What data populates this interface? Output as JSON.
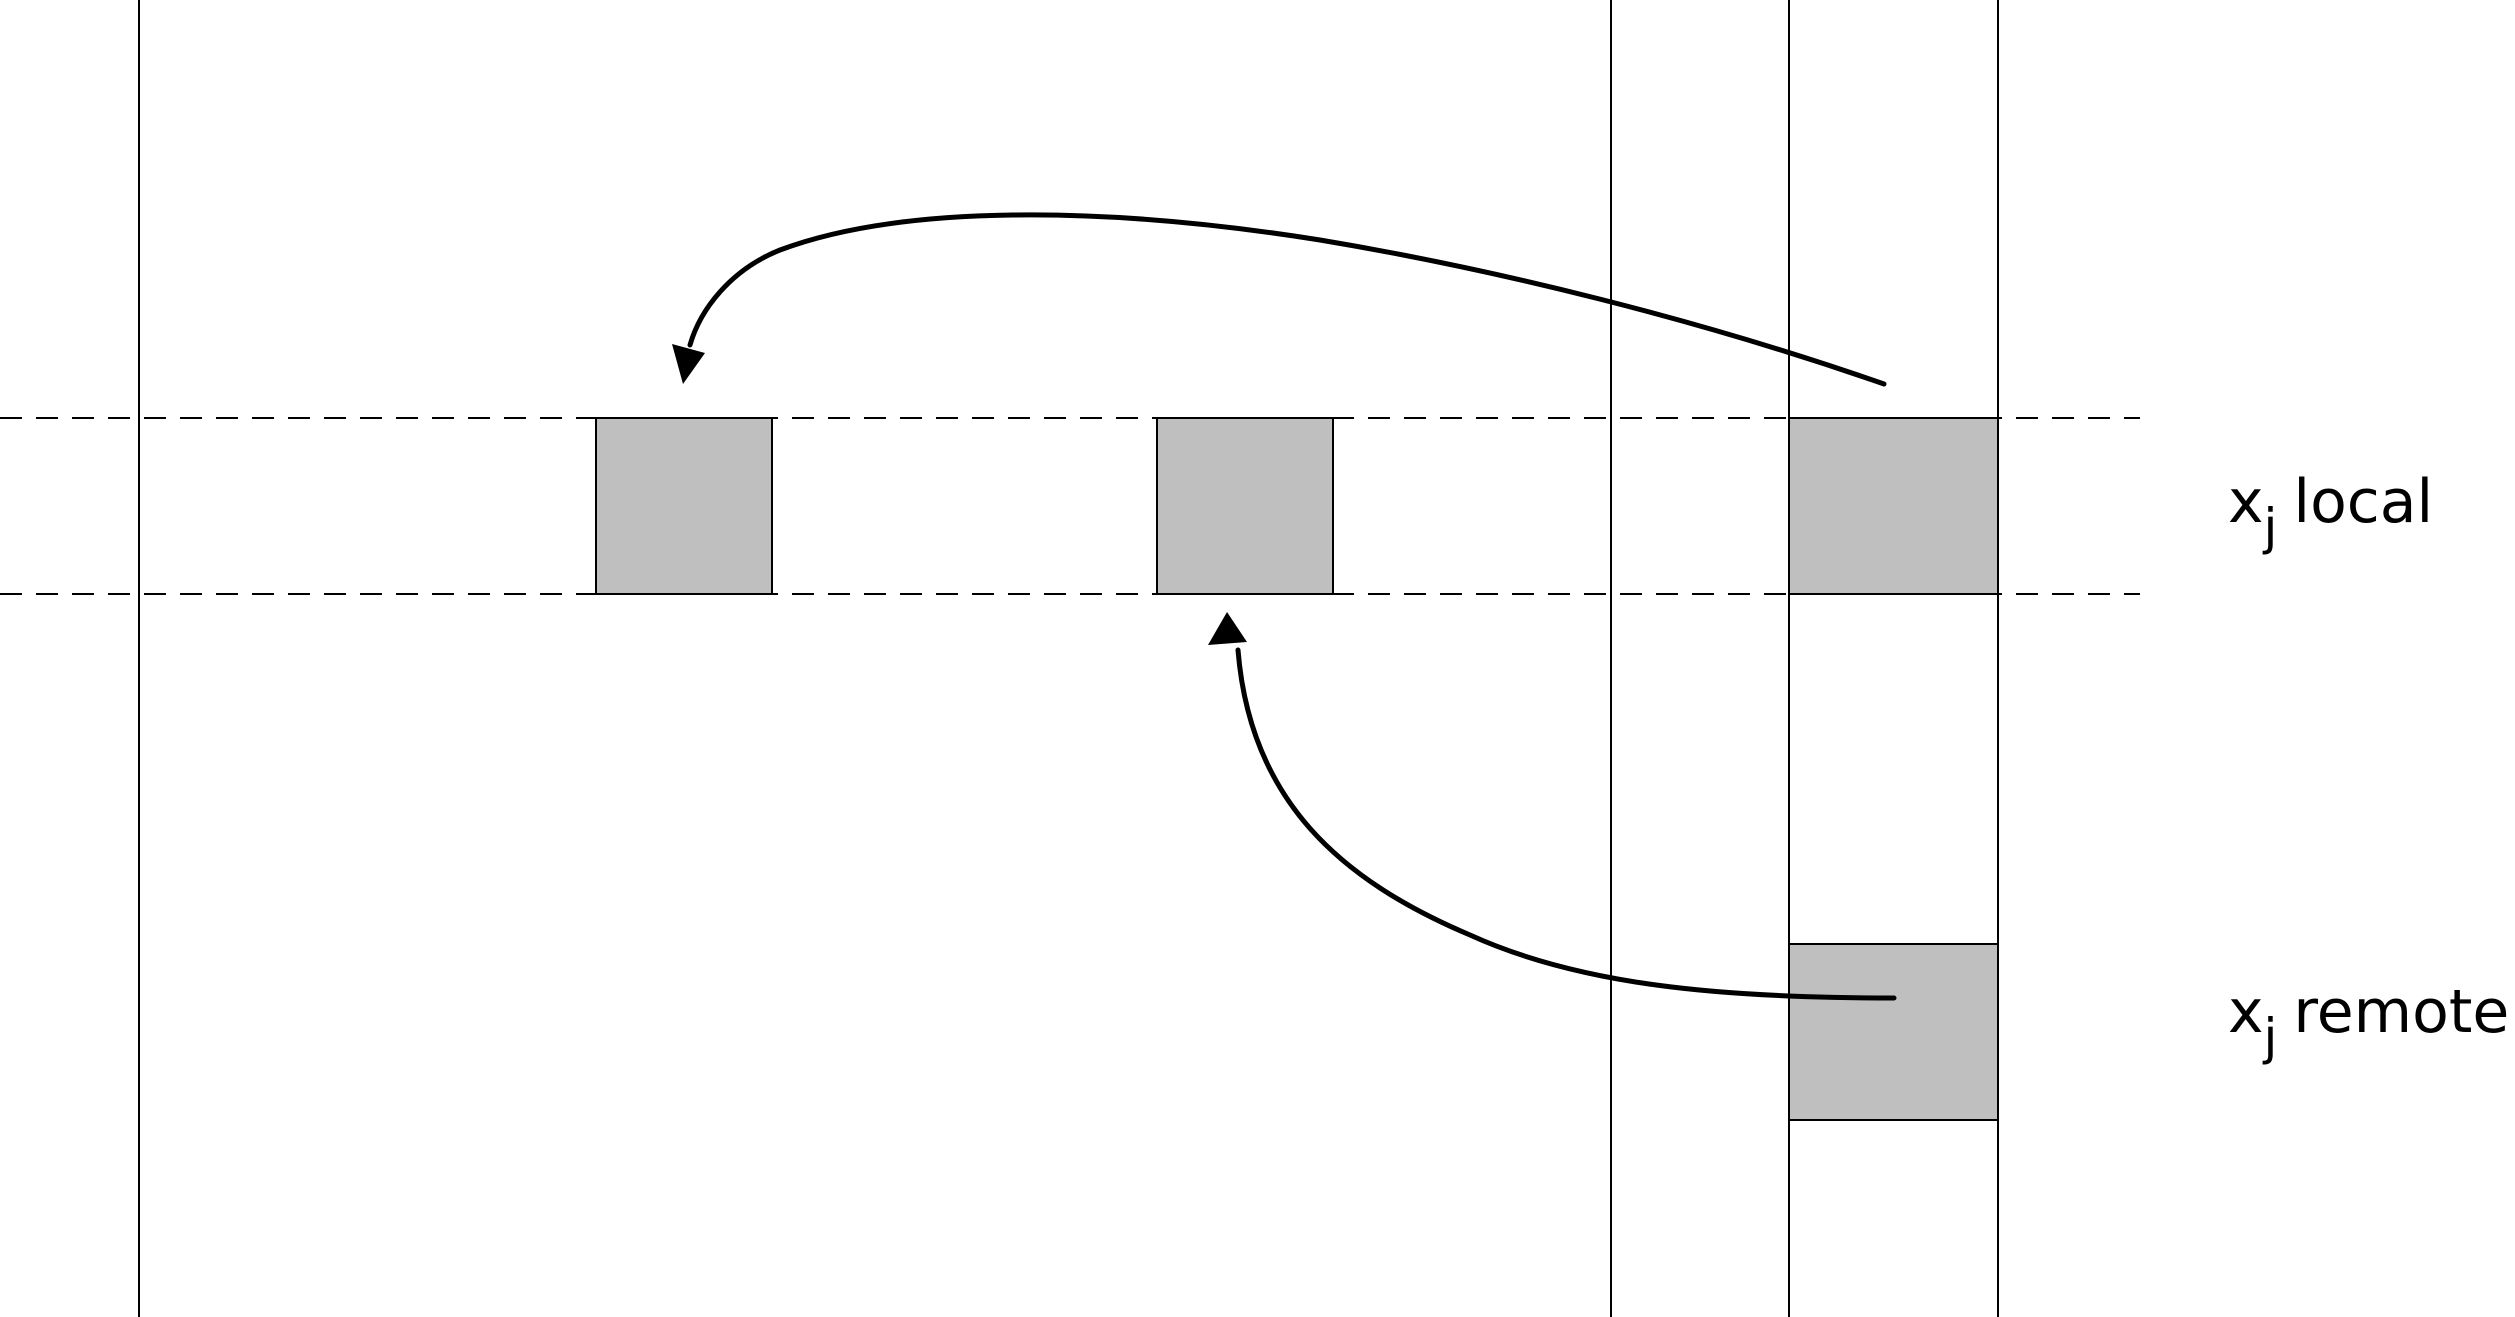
{
  "labels": {
    "local": {
      "var": "x",
      "sub": "j",
      "text": "local"
    },
    "remote": {
      "var": "x",
      "sub": "j",
      "text": "remote"
    }
  },
  "colors": {
    "block_fill": "#bfbfbf",
    "stroke": "#000000",
    "background": "#ffffff"
  }
}
